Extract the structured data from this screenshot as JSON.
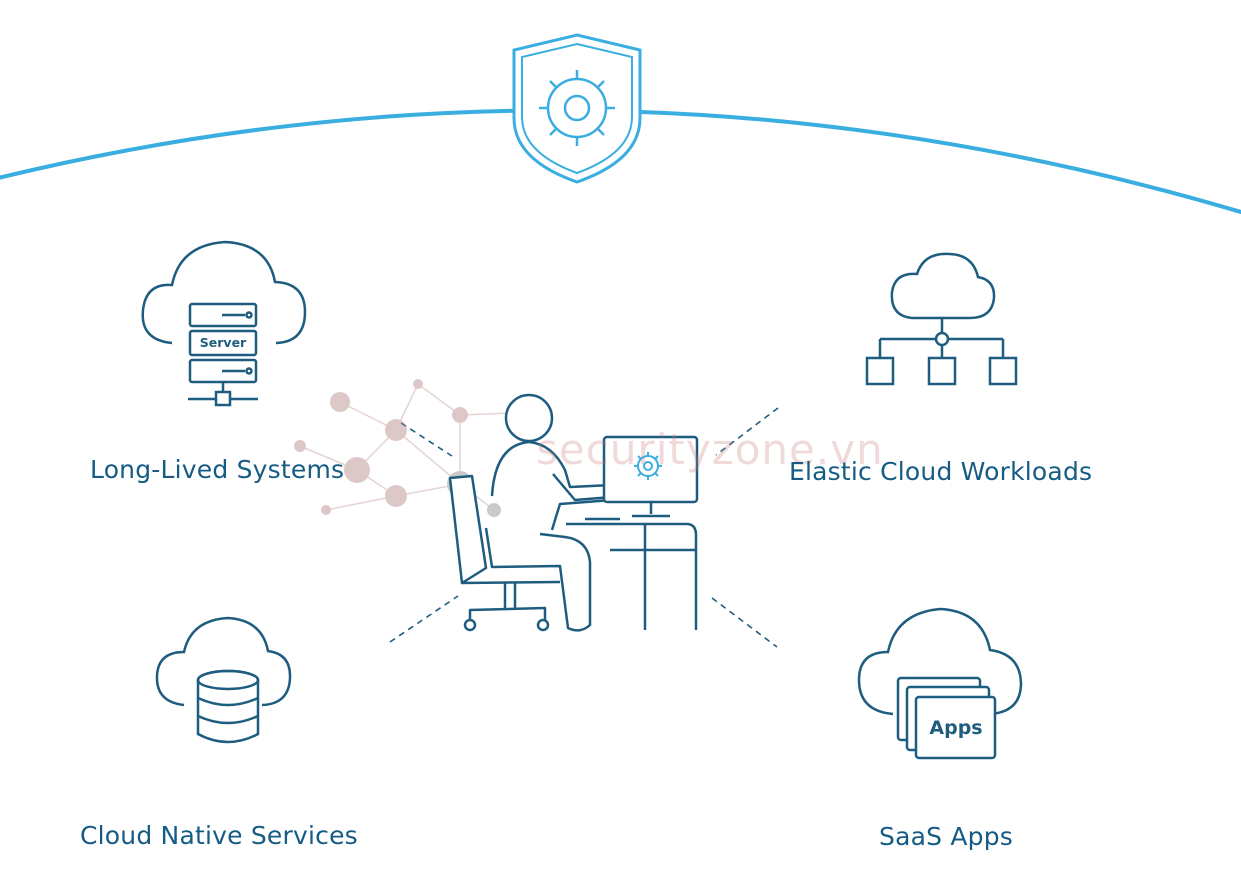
{
  "nodes": {
    "long_lived": {
      "label": "Long-Lived Systems",
      "icon": "cloud-server-icon",
      "icon_text": "Server"
    },
    "elastic": {
      "label": "Elastic Cloud Workloads",
      "icon": "cloud-network-icon"
    },
    "native": {
      "label": "Cloud Native Services",
      "icon": "cloud-database-icon"
    },
    "saas": {
      "label": "SaaS Apps",
      "icon": "cloud-apps-icon",
      "icon_text": "Apps"
    }
  },
  "center": {
    "icon": "person-at-computer-icon"
  },
  "top": {
    "icon": "shield-gear-icon"
  },
  "watermark": "securityzone.vn",
  "colors": {
    "arc": "#3aaee0",
    "shield": "#3aaee0",
    "icons": "#1e5d7f",
    "text": "#155b84",
    "watermark": "#c87878"
  }
}
